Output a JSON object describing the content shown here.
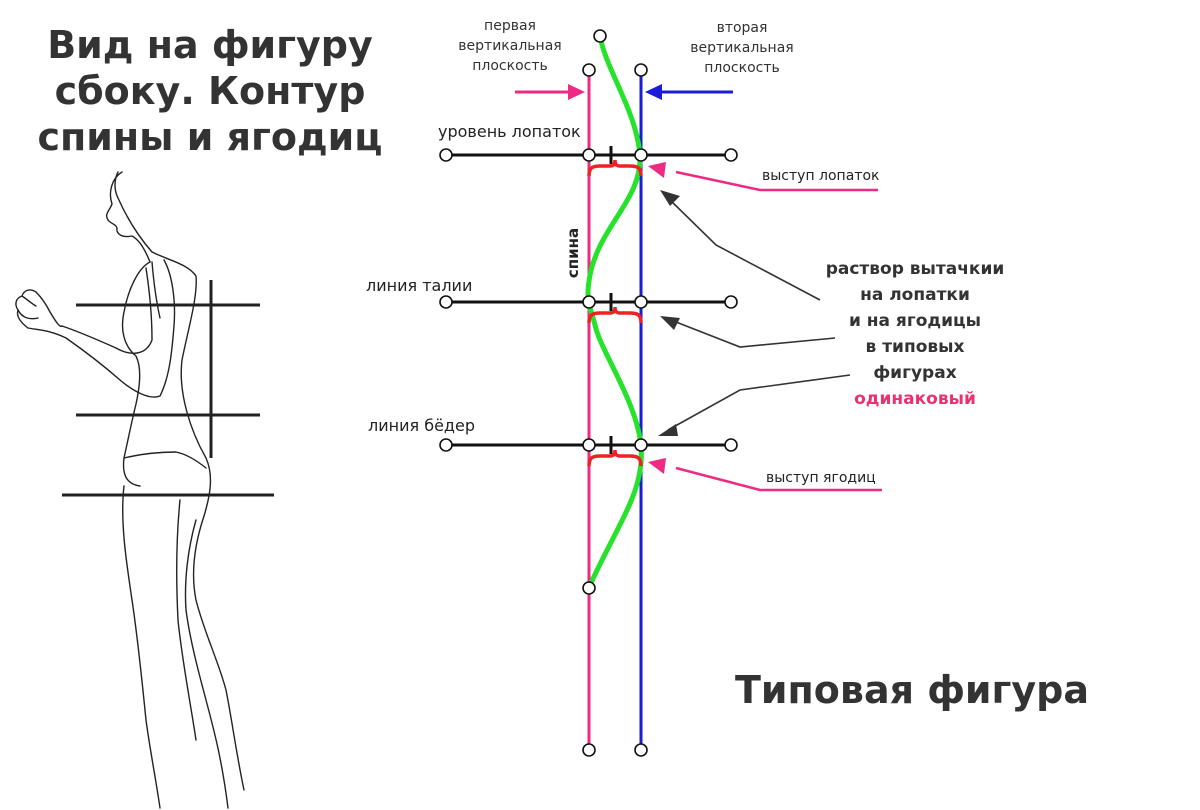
{
  "title_left": [
    "Вид на фигуру",
    "сбоку. Контур",
    "спины и ягодиц"
  ],
  "title_bottom": "Типовая фигура",
  "planes": {
    "first": [
      "первая",
      "вертикальная",
      "плоскость"
    ],
    "second": [
      "вторая",
      "вертикальная",
      "плоскость"
    ]
  },
  "levels": {
    "shoulder_blades": "уровень лопаток",
    "waist": "линия талии",
    "hips": "линия бёдер"
  },
  "back_label": "спина",
  "projections": {
    "shoulder_blades": "выступ лопаток",
    "buttocks": "выступ ягодиц"
  },
  "note": {
    "lines": [
      "раствор вытачкии",
      "на лопатки",
      "и на ягодицы",
      "в типовых",
      "фигурах"
    ],
    "accent": "одинаковый"
  },
  "colors": {
    "first_plane": "#ee2a82",
    "second_plane": "#1b1bd8",
    "back_contour": "#26e22a",
    "brace": "#ee2222",
    "pointer": "#ee2a82",
    "note_accent": "#e8336f",
    "text": "#333333"
  }
}
